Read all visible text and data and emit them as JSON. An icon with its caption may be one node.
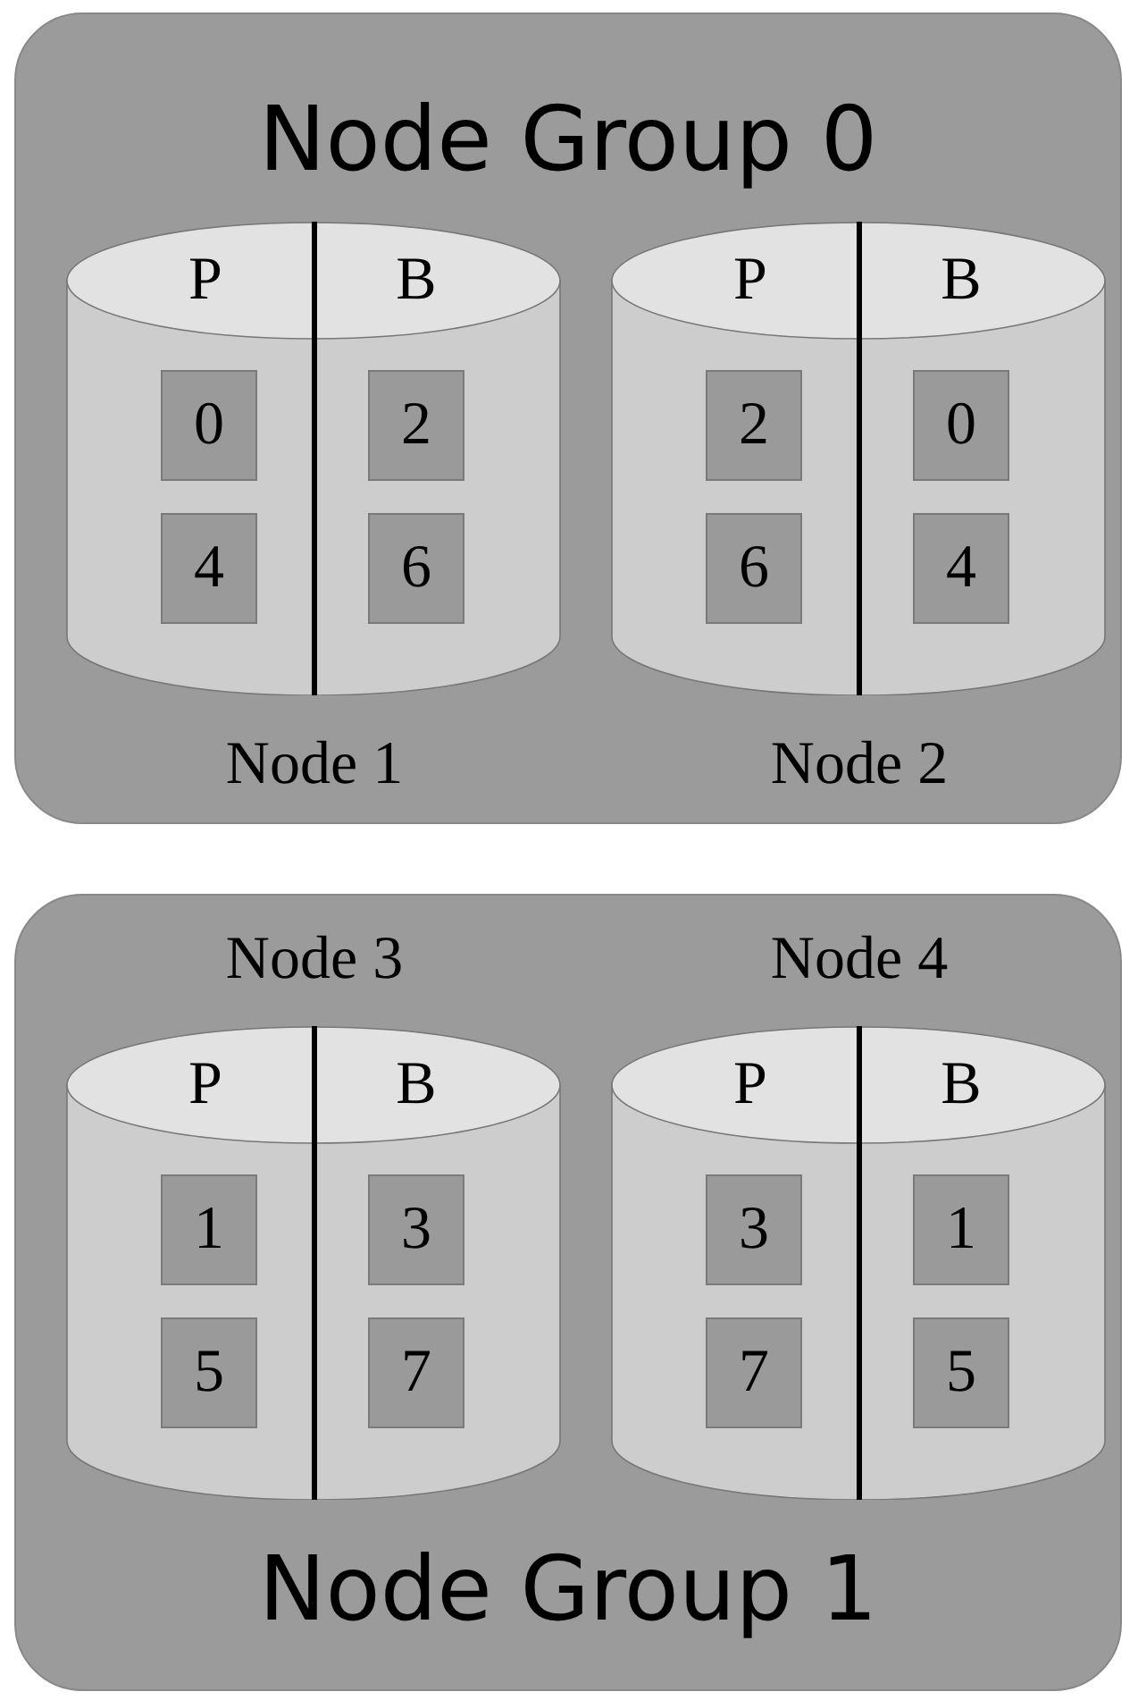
{
  "diagram": {
    "nodes": [
      {
        "text": [
          "Node Group 0"
        ]
      },
      {
        "text": [
          "P",
          "B"
        ],
        "in": 0,
        "beside": [
          "Node 1"
        ]
      },
      {
        "text": [
          "0"
        ],
        "in": 1
      },
      {
        "text": [
          "2"
        ],
        "in": 1
      },
      {
        "text": [
          "4"
        ],
        "in": 1
      },
      {
        "text": [
          "6"
        ],
        "in": 1
      },
      {
        "text": [
          "P",
          "B"
        ],
        "in": 0,
        "beside": [
          "Node 2"
        ]
      },
      {
        "text": [
          "2"
        ],
        "in": 6
      },
      {
        "text": [
          "0"
        ],
        "in": 6
      },
      {
        "text": [
          "6"
        ],
        "in": 6
      },
      {
        "text": [
          "4"
        ],
        "in": 6
      },
      {
        "text": [
          "Node Group 1"
        ]
      },
      {
        "text": [
          "P",
          "B"
        ],
        "in": 11,
        "beside": [
          "Node 3"
        ]
      },
      {
        "text": [
          "1"
        ],
        "in": 12
      },
      {
        "text": [
          "3"
        ],
        "in": 12
      },
      {
        "text": [
          "5"
        ],
        "in": 12
      },
      {
        "text": [
          "7"
        ],
        "in": 12
      },
      {
        "text": [
          "P",
          "B"
        ],
        "in": 11,
        "beside": [
          "Node 4"
        ]
      },
      {
        "text": [
          "3"
        ],
        "in": 17
      },
      {
        "text": [
          "1"
        ],
        "in": 17
      },
      {
        "text": [
          "7"
        ],
        "in": 17
      },
      {
        "text": [
          "5"
        ],
        "in": 17
      }
    ]
  }
}
